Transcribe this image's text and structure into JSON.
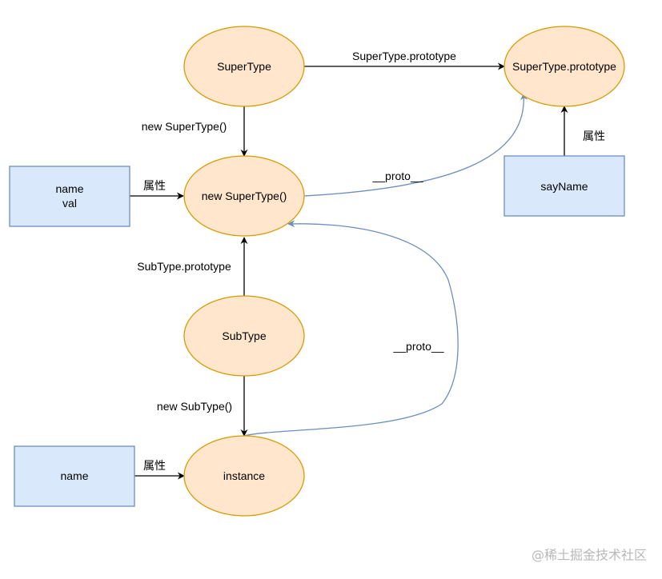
{
  "nodes": {
    "supertype": "SuperType",
    "supertype_prototype": "SuperType.prototype",
    "new_supertype": "new SuperType()",
    "subtype": "SubType",
    "instance": "instance",
    "name_val_line1": "name",
    "name_val_line2": "val",
    "sayname": "sayName",
    "name": "name"
  },
  "edges": {
    "supertype_to_prototype": "SuperType.prototype",
    "supertype_to_new": "new SuperType()",
    "name_val_property": "属性",
    "proto_upper": "__proto__",
    "sayname_property": "属性",
    "subtype_prototype": "SubType.prototype",
    "new_subtype": "new SubType()",
    "proto_lower": "__proto__",
    "name_property": "属性"
  },
  "watermark": "@稀土掘金技术社区",
  "colors": {
    "ellipse_fill": "#ffe6cc",
    "ellipse_stroke": "#d79b00",
    "rect_fill": "#dae8fc",
    "rect_stroke": "#6c8ebf",
    "proto_edge": "#6c8ebf"
  }
}
